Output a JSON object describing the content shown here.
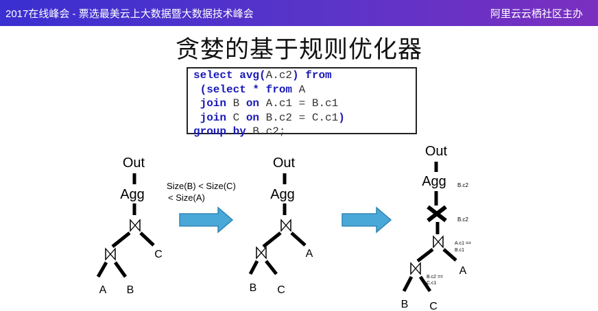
{
  "header": {
    "left_text": "2017在线峰会 - 票选最美云上大数据暨大数据技术峰会",
    "right_text": "阿里云云栖社区主办"
  },
  "slide": {
    "title": "贪婪的基于规则优化器"
  },
  "sql": {
    "line1": [
      {
        "t": "select avg(",
        "k": true
      },
      {
        "t": "A.c2",
        "k": false
      },
      {
        "t": ") from",
        "k": true
      }
    ],
    "line2": [
      {
        "t": " (select * from ",
        "k": true
      },
      {
        "t": "A",
        "k": false
      }
    ],
    "line3": [
      {
        "t": " join ",
        "k": true
      },
      {
        "t": "B ",
        "k": false
      },
      {
        "t": "on ",
        "k": true
      },
      {
        "t": "A.c1 = B.c1",
        "k": false
      }
    ],
    "line4": [
      {
        "t": " join ",
        "k": true
      },
      {
        "t": "C ",
        "k": false
      },
      {
        "t": "on ",
        "k": true
      },
      {
        "t": "B.c2 = C.c1",
        "k": false
      },
      {
        "t": ")",
        "k": true
      }
    ],
    "line5": [
      {
        "t": "group by ",
        "k": true
      },
      {
        "t": "B.c2;",
        "k": false
      }
    ]
  },
  "tree1": {
    "out": "Out",
    "agg": "Agg",
    "leaf_a": "A",
    "leaf_b": "B",
    "leaf_c": "C"
  },
  "arrow_note": {
    "line1": "Size(B) < Size(C)",
    "line2": "< Size(A)"
  },
  "tree2": {
    "out": "Out",
    "agg": "Agg",
    "leaf_a": "A",
    "leaf_b": "B",
    "leaf_c": "C"
  },
  "tree3": {
    "out": "Out",
    "agg": "Agg",
    "agg_key": "B.c2",
    "exchange_key": "B.c2",
    "join1_cond_1": "A.c1 ==",
    "join1_cond_2": "B.c1",
    "join2_cond_1": "B.c2 ==",
    "join2_cond_2": "C.c1",
    "leaf_a": "A",
    "leaf_b": "B",
    "leaf_c": "C"
  },
  "colors": {
    "arrow": "#4aa8d8",
    "arrow_stroke": "#2f86b5",
    "keyword": "#1a1ab8"
  }
}
